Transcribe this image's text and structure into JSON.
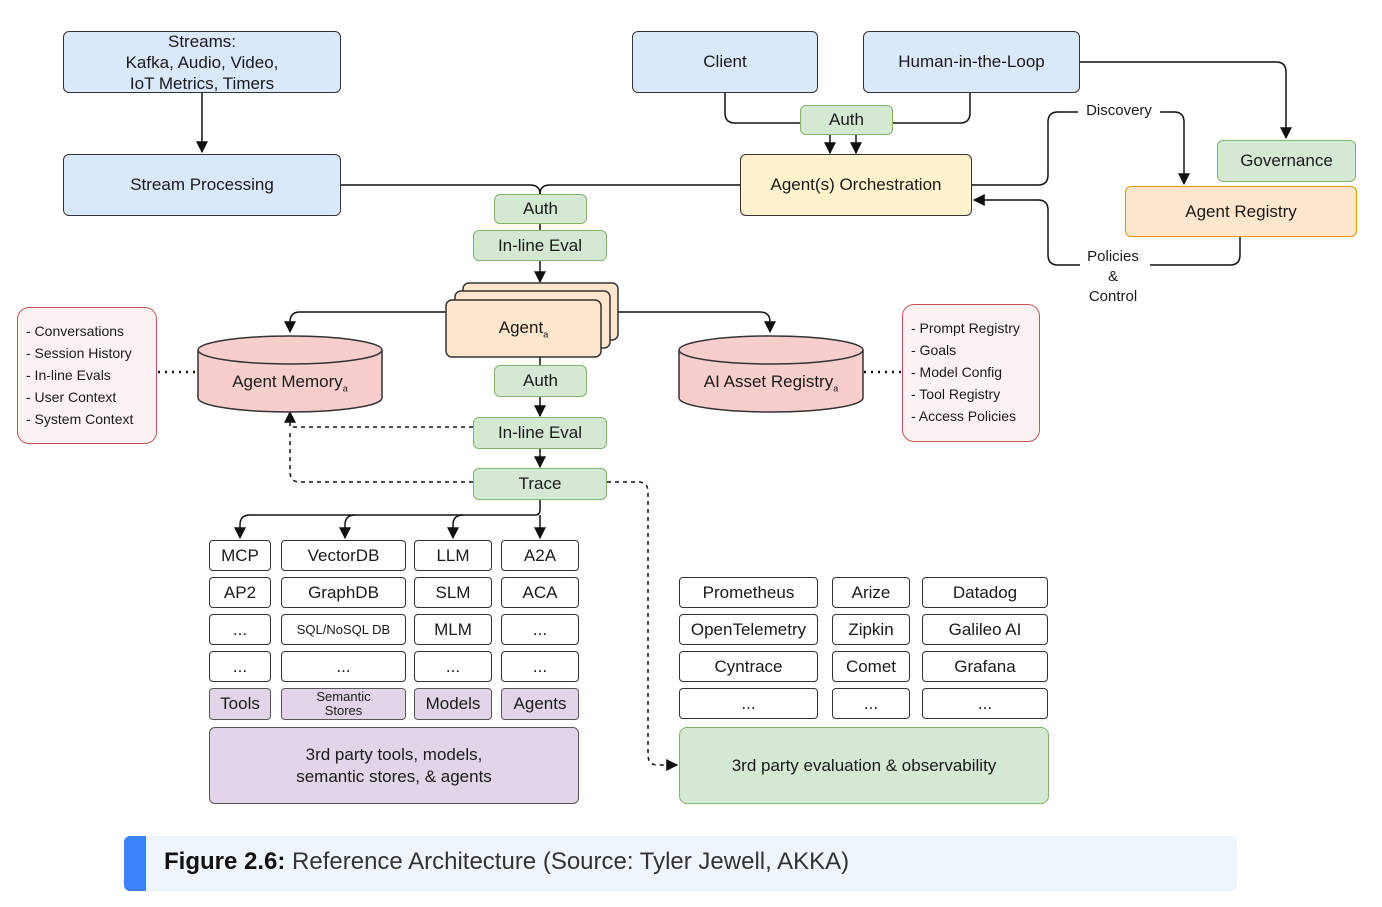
{
  "diagram": {
    "streams": "Streams:\nKafka, Audio, Video,\nIoT Metrics, Timers",
    "stream_processing": "Stream Processing",
    "client": "Client",
    "human_in_the_loop": "Human-in-the-Loop",
    "auth_top": "Auth",
    "orchestration": "Agent(s) Orchestration",
    "governance": "Governance",
    "agent_registry": "Agent Registry",
    "discovery": "Discovery",
    "policies_control": "Policies\n&\nControl",
    "auth_mid": "Auth",
    "inline_eval_1": "In-line Eval",
    "agent": "Agent",
    "agent_sub": "a",
    "auth_low": "Auth",
    "inline_eval_2": "In-line Eval",
    "trace": "Trace",
    "agent_memory": "Agent Memory",
    "agent_memory_sub": "a",
    "ai_asset_registry": "AI Asset Registry",
    "ai_asset_registry_sub": "a",
    "memory_notes": [
      "- Conversations",
      "- Session History",
      "- In-line Evals",
      "- User Context",
      "- System Context"
    ],
    "registry_notes": [
      "- Prompt Registry",
      "- Goals",
      "- Model Config",
      "- Tool Registry",
      "- Access Policies"
    ],
    "tools_col": [
      "MCP",
      "AP2",
      "...",
      "..."
    ],
    "tools_label": "Tools",
    "stores_col": [
      "VectorDB",
      "GraphDB",
      "SQL/NoSQL DB",
      "..."
    ],
    "stores_label": "Semantic\nStores",
    "models_col": [
      "LLM",
      "SLM",
      "MLM",
      "..."
    ],
    "models_label": "Models",
    "agents_col": [
      "A2A",
      "ACA",
      "...",
      "..."
    ],
    "agents_label": "Agents",
    "third_party_tools": "3rd party tools, models,\nsemantic stores, & agents",
    "obs_col1": [
      "Prometheus",
      "OpenTelemetry",
      "Cyntrace",
      "..."
    ],
    "obs_col2": [
      "Arize",
      "Zipkin",
      "Comet",
      "..."
    ],
    "obs_col3": [
      "Datadog",
      "Galileo AI",
      "Grafana",
      "..."
    ],
    "third_party_eval": "3rd party evaluation & observability"
  },
  "caption": {
    "label": "Figure 2.6:",
    "text": " Reference Architecture (Source: Tyler Jewell, AKKA)"
  },
  "colors": {
    "blue_fill": "#dae8fc",
    "green_fill": "#d5e8d4",
    "orange_fill": "#ffe6cc",
    "yellow_fill": "#fff2cc",
    "purple_fill": "#e1d5e7",
    "red_fill": "#f8cecc",
    "caption_accent": "#3b82f6"
  }
}
